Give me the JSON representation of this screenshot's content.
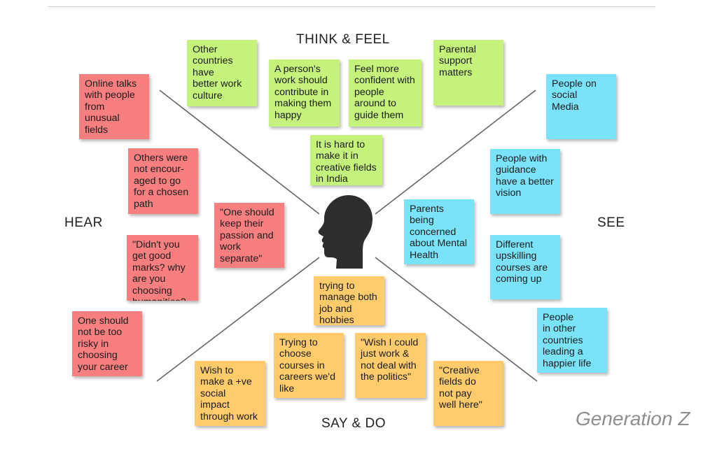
{
  "quadrants": {
    "think_feel": "THINK & FEEL",
    "hear": "HEAR",
    "see": "SEE",
    "say_do": "SAY & DO"
  },
  "footer": "Generation Z",
  "icons": {
    "center": "head-silhouette-icon"
  },
  "colors": {
    "think_feel": "#c4f27a",
    "hear": "#f77f7f",
    "see": "#7be3f9",
    "say_do": "#ffcb6b"
  },
  "notes": {
    "think": [
      "Other\ncountries\nhave\nbetter work\nculture",
      "A person's\nwork should\ncontribute in\nmaking them\nhappy",
      "Feel more\nconfident with\npeople\naround to\nguide them",
      "Parental\nsupport\nmatters",
      "It is hard to\nmake it in\ncreative fields\nin India"
    ],
    "hear": [
      "Online talks\nwith people\nfrom\nunusual\nfields",
      "Others were\nnot encour-\naged to go\nfor a chosen\npath",
      "\"One should\nkeep their\npassion and\nwork\nseparate\"",
      "\"Didn't you\nget good\nmarks? why\nare you\nchoosing\nhumanities?",
      "One should\nnot be too\nrisky in\nchoosing\nyour career"
    ],
    "see": [
      "People on\nsocial\nMedia",
      "People with\nguidance\nhave a better\nvision",
      "Parents\nbeing\nconcerned\nabout Mental\nHealth",
      "Different\nupskilling\ncourses are\ncoming up",
      "People\nin other\ncountries\nleading a\nhappier life"
    ],
    "say": [
      "trying to\nmanage both\njob and\nhobbies",
      "Trying to\nchoose\ncourses in\ncareers we'd\nlike",
      "\"Wish I could\njust work &\nnot deal with\nthe politics\"",
      "Wish to\nmake a +ve\nsocial\nimpact\nthrough work",
      "\"Creative\nfields do\nnot pay\nwell here\""
    ]
  }
}
